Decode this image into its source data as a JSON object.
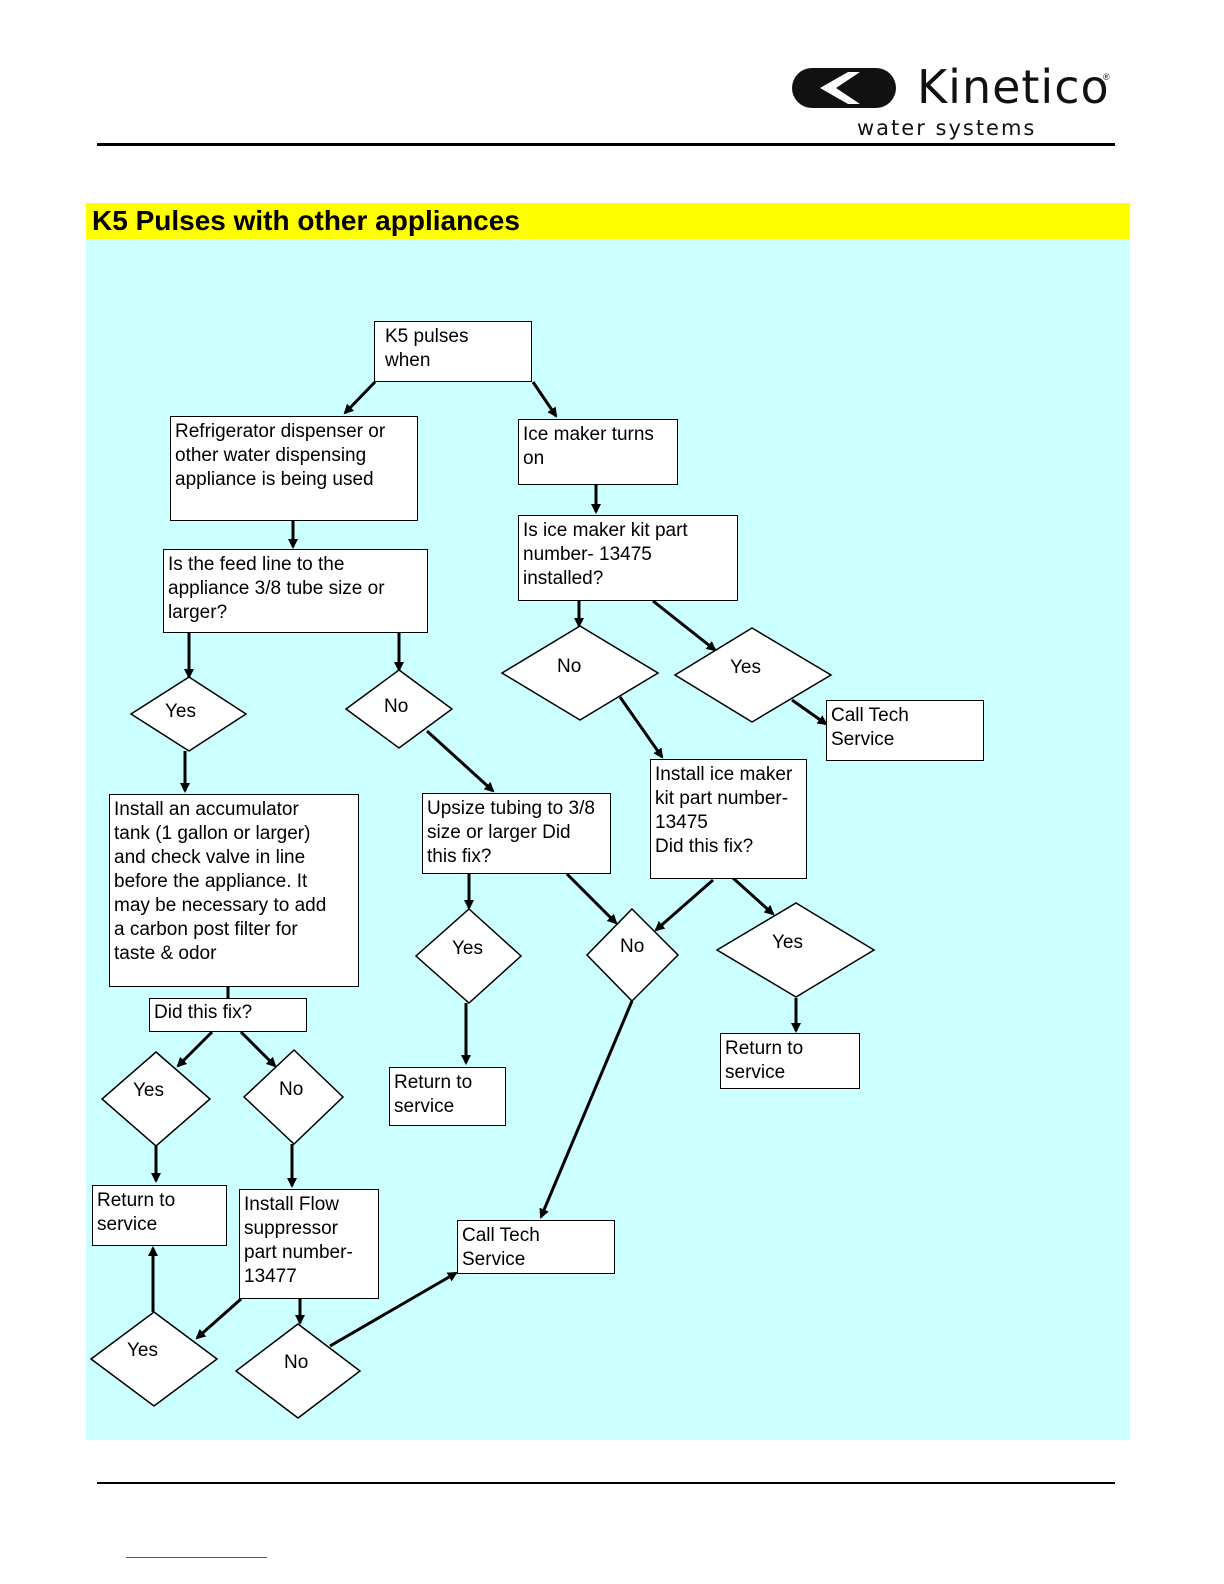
{
  "header": {
    "brand_name": "Kinetico",
    "brand_reg": "®",
    "brand_tagline": "water systems"
  },
  "title": "K5 Pulses with other appliances",
  "colors": {
    "title_bar": "#ffff00",
    "diagram_background": "#ccffff",
    "box_fill": "#ffffff",
    "line": "#000000"
  },
  "nodes": {
    "start": "K5 pulses\nwhen",
    "refrigerator": "Refrigerator dispenser or\nother water dispensing\nappliance is being used",
    "ice_maker_on": "Ice maker turns\non",
    "feed_line_q": "Is the feed line to the\nappliance 3/8 tube size or\nlarger?",
    "ice_kit_q": "Is ice maker kit part\nnumber- 13475\ninstalled?",
    "accumulator": "Install an accumulator\ntank (1 gallon or larger)\nand check valve in line\nbefore the appliance. It\nmay be necessary to add\na carbon post filter for\ntaste & odor",
    "upsize": "Upsize tubing to 3/8\nsize or larger Did\nthis fix?",
    "install_kit": "Install ice maker\nkit part number-\n13475\nDid this fix?",
    "call_tech_1": "Call Tech\nService",
    "did_fix": "Did this fix?",
    "return_1": "Return to\nservice",
    "return_2": "Return to\nservice",
    "return_3": "Return to\nservice",
    "flow_suppressor": "Install Flow\nsuppressor\npart number-\n13477",
    "call_tech_2": "Call Tech\nService"
  },
  "decisions": {
    "feed_yes": "Yes",
    "feed_no": "No",
    "kit_no": "No",
    "kit_yes": "Yes",
    "upsize_yes": "Yes",
    "merge_no": "No",
    "install_yes": "Yes",
    "fix_yes": "Yes",
    "fix_no": "No",
    "suppressor_yes": "Yes",
    "suppressor_no": "No"
  }
}
